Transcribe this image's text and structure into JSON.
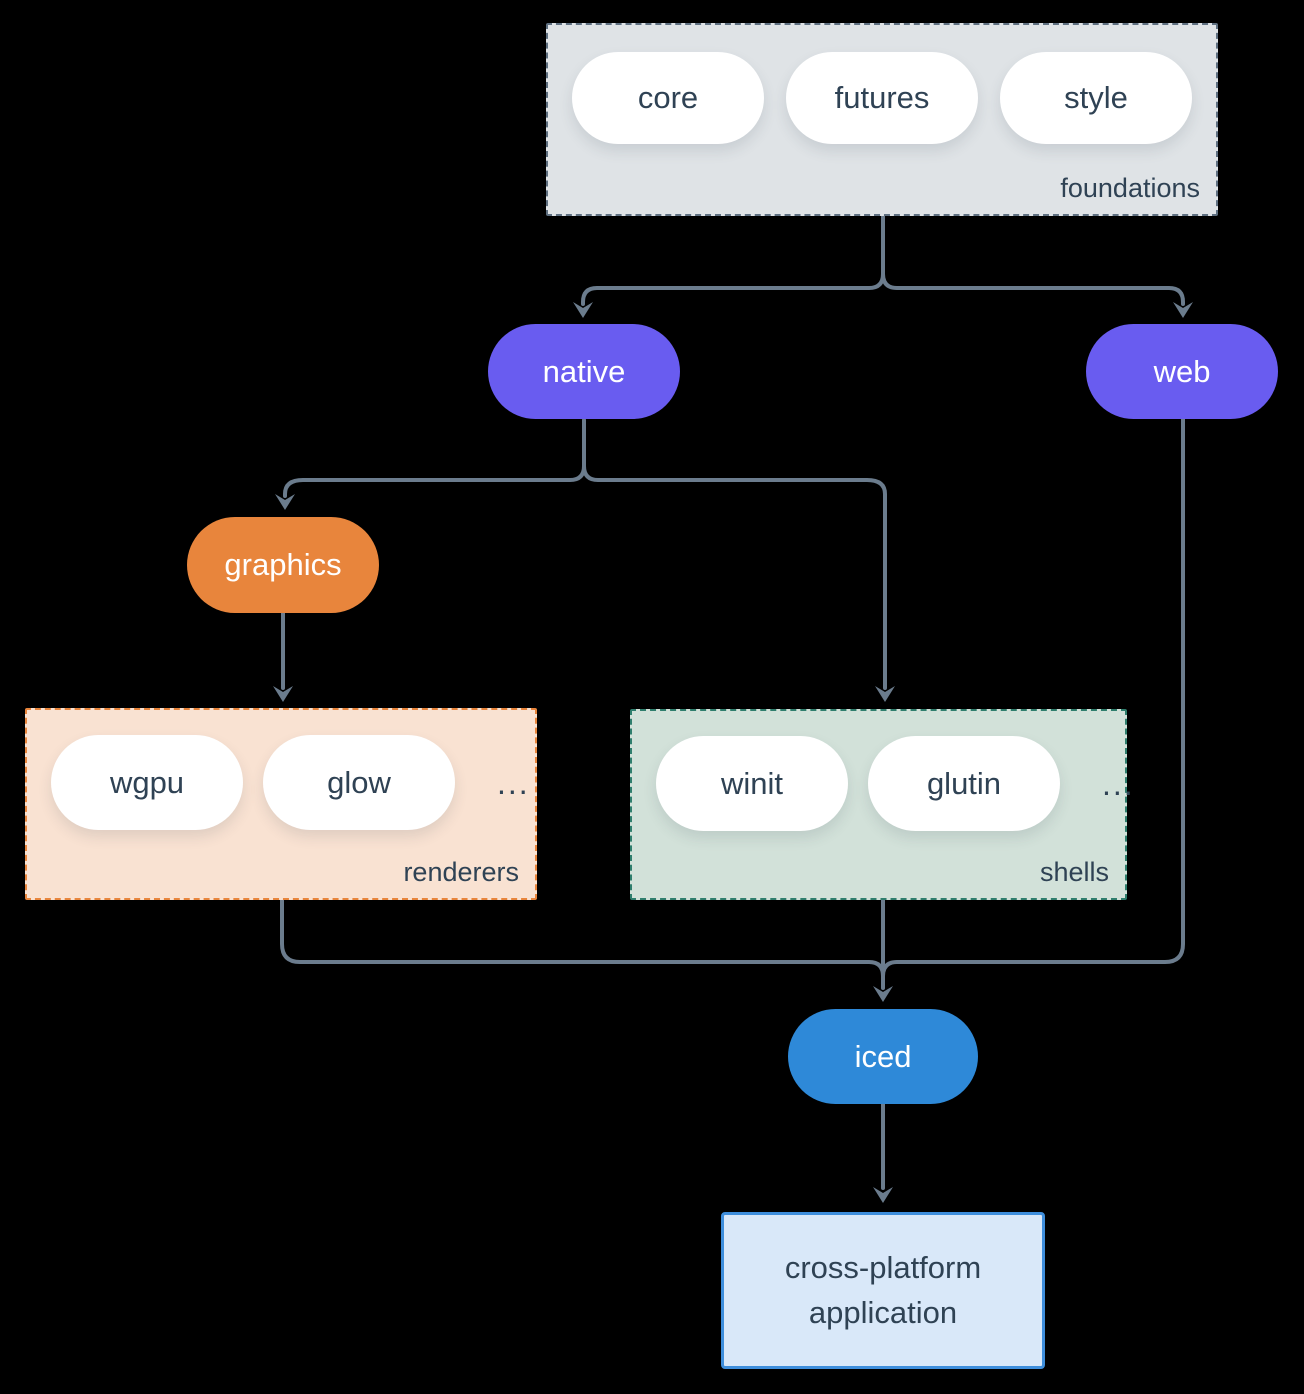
{
  "colors": {
    "background": "#000000",
    "arrow": "#6b7c8d",
    "text_dark": "#2f4254",
    "text_light": "#ffffff",
    "pill_bg": "#ffffff",
    "purple": "#695cf0",
    "orange": "#e8853c",
    "blue": "#2e89d8"
  },
  "groups": {
    "foundations": {
      "label": "foundations",
      "items": [
        "core",
        "futures",
        "style"
      ],
      "fill": "#dfe3e6",
      "border": "#5f7081"
    },
    "renderers": {
      "label": "renderers",
      "items": [
        "wgpu",
        "glow"
      ],
      "ellipsis": "...",
      "fill": "#f9e2d2",
      "border": "#e8853c"
    },
    "shells": {
      "label": "shells",
      "items": [
        "winit",
        "glutin"
      ],
      "ellipsis": "...",
      "fill": "#d2e1d9",
      "border": "#2f7e6d"
    }
  },
  "nodes": {
    "native": {
      "label": "native",
      "fill": "#695cf0"
    },
    "web": {
      "label": "web",
      "fill": "#695cf0"
    },
    "graphics": {
      "label": "graphics",
      "fill": "#e8853c"
    },
    "iced": {
      "label": "iced",
      "fill": "#2e89d8"
    },
    "application": {
      "line1": "cross-platform",
      "line2": "application",
      "fill": "#d9e8f9",
      "border": "#3e8edc"
    }
  },
  "edges": [
    {
      "from": "foundations",
      "to": "native"
    },
    {
      "from": "foundations",
      "to": "web"
    },
    {
      "from": "native",
      "to": "graphics"
    },
    {
      "from": "native",
      "to": "shells"
    },
    {
      "from": "graphics",
      "to": "renderers"
    },
    {
      "from": "renderers",
      "to": "iced"
    },
    {
      "from": "shells",
      "to": "iced"
    },
    {
      "from": "web",
      "to": "iced"
    },
    {
      "from": "iced",
      "to": "application"
    }
  ]
}
